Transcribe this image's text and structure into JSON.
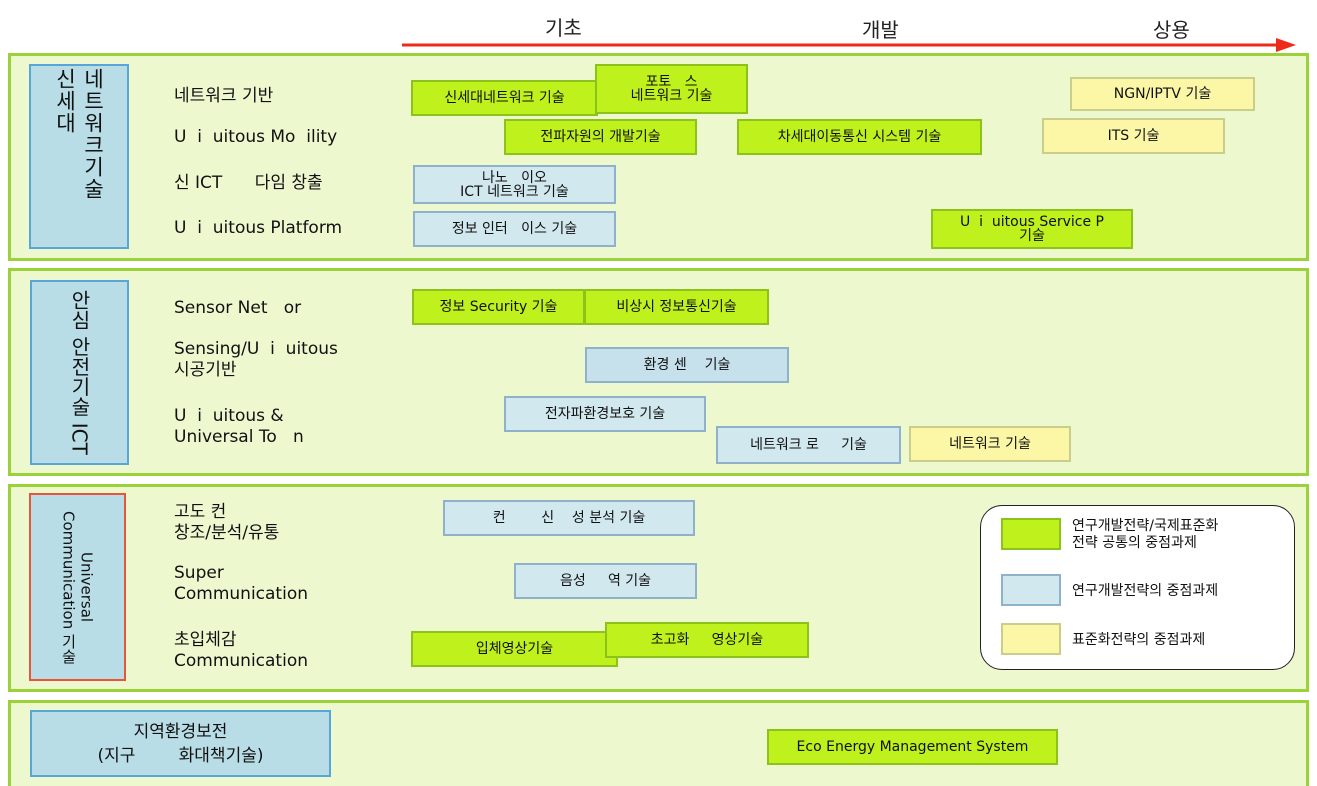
{
  "phases": [
    "기초",
    "개발",
    "상용"
  ],
  "colors": {
    "arrow": "#ee2a1a",
    "green": "#bff21c",
    "blue": "#d2e8ef",
    "yellow": "#fbf7a6",
    "band": "#eef8cf"
  },
  "sections": [
    {
      "category": "네트워크기술 신세대",
      "rows": [
        "네트워크 기반",
        "U  i  uitous Mo  ility",
        "신 ICT      다임 창출",
        "U  i  uitous Platform"
      ],
      "items": [
        "신세대네트워크 기술",
        "포토   스\n네트워크 기술",
        "NGN/IPTV 기술",
        "전파자원의 개발기술",
        "차세대이동통신 시스템 기술",
        "ITS 기술",
        "나노   이오\nICT 네트워크 기술",
        "정보 인터   이스 기술",
        "U  i  uitous Service P\n기술"
      ]
    },
    {
      "category": "안심 안전기술 ICT",
      "rows": [
        "Sensor Net   or",
        "Sensing/U  i  uitous\n시공기반",
        "U  i  uitous &\nUniversal To   n"
      ],
      "items": [
        "정보 Security 기술",
        "비상시 정보통신기술",
        "환경 센    기술",
        "전자파환경보호 기술",
        "네트워크 로     기술",
        "네트워크 기술"
      ]
    },
    {
      "category": "Universal Communication 기술",
      "rows": [
        "고도 컨\n창조/분석/유통",
        "Super\nCommunication",
        "초입체감\nCommunication"
      ],
      "items": [
        "컨        신    성 분석 기술",
        "음성     역 기술",
        "입체영상기술",
        "초고화     영상기술"
      ]
    },
    {
      "category": "지역환경보전\n(지구        화대책기술)",
      "items": [
        "Eco Energy Management System"
      ]
    }
  ],
  "legend": [
    {
      "label": "연구개발전략/국제표준화\n전략 공통의 중점과제",
      "color": "#bff21c"
    },
    {
      "label": "연구개발전략의 중점과제",
      "color": "#d2e8ef"
    },
    {
      "label": "표준화전략의 중점과제",
      "color": "#fbf7a6"
    }
  ]
}
